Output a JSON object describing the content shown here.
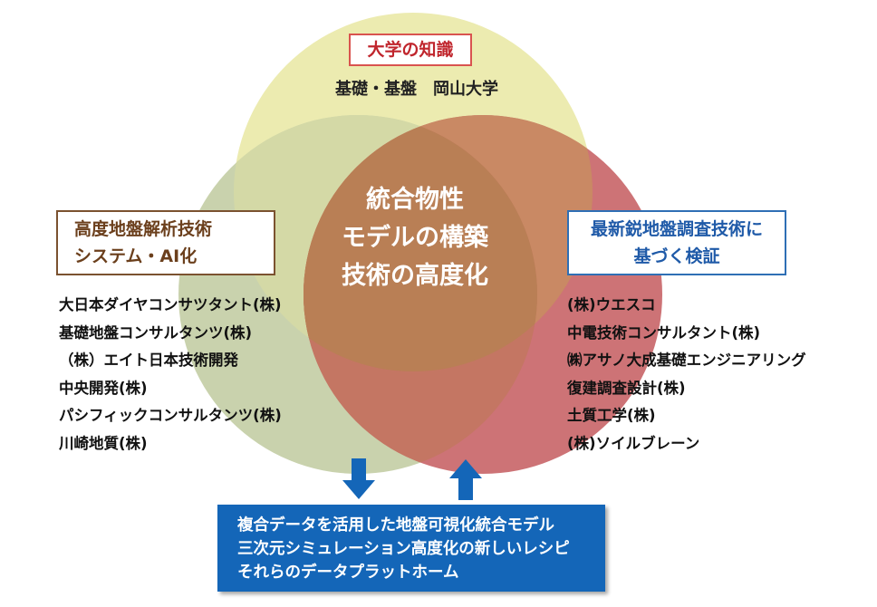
{
  "top": {
    "title": "大学の知識",
    "subtitle": "基礎・基盤　岡山大学"
  },
  "left": {
    "title_lines": [
      "高度地盤解析技術",
      "システム・AI化"
    ],
    "companies": [
      "大日本ダイヤコンサツタント(株)",
      "基礎地盤コンサルタンツ(株)",
      "（株）エイト日本技術開発",
      "中央開発(株)",
      "パシフィックコンサルタンツ(株)",
      "川崎地質(株)"
    ]
  },
  "right": {
    "title_lines": [
      "最新鋭地盤調査技術に",
      "基づく検証"
    ],
    "companies": [
      "(株)ウエスコ",
      "中電技術コンサルタント(株)",
      "㈱アサノ大成基礎エンジニアリング",
      "復建調査設計(株)",
      "土質工学(株)",
      "(株)ソイルブレーン"
    ]
  },
  "center": {
    "lines": [
      "統合物性",
      "モデルの構築",
      "技術の高度化"
    ]
  },
  "bottom": {
    "lines": [
      "複合データを活用した地盤可視化統合モデル",
      "三次元シミュレーション高度化の新しいレシピ",
      "それらのデータプラットホーム"
    ]
  },
  "colors": {
    "top_circle": "#ecebb0",
    "left_circle": "#c9d2ad",
    "right_circle": "#c9676a",
    "center_overlap": "#b97f55",
    "arrow": "#1466b8"
  }
}
